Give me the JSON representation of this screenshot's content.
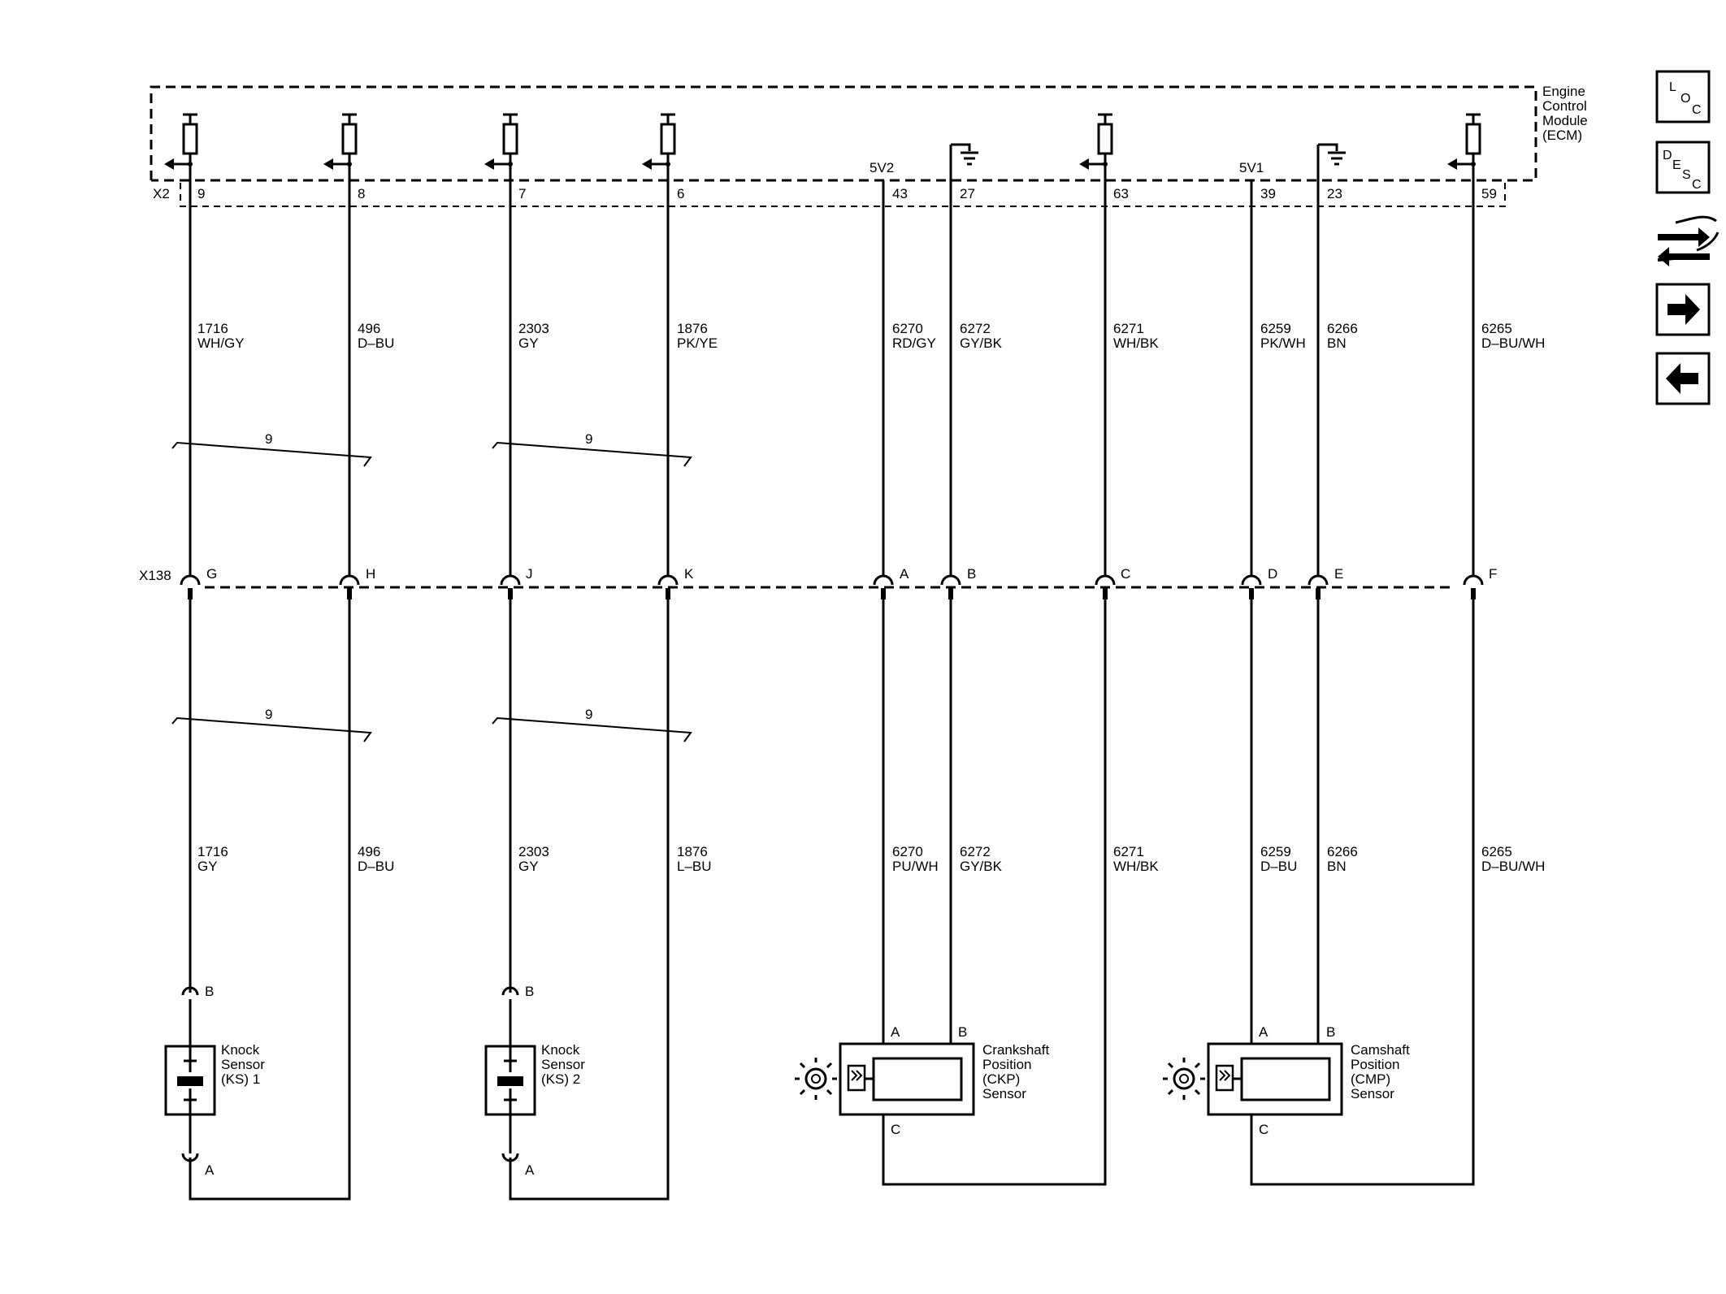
{
  "ecm": {
    "name_lines": [
      "Engine",
      "Control",
      "Module",
      "(ECM)"
    ],
    "connector": "X2",
    "pins": [
      "9",
      "8",
      "7",
      "6",
      "43",
      "27",
      "63",
      "39",
      "23",
      "59"
    ],
    "ref_5v2": "5V2",
    "ref_5v1": "5V1"
  },
  "upper_wires": [
    {
      "circuit": "1716",
      "color": "WH/GY"
    },
    {
      "circuit": "496",
      "color": "D–BU"
    },
    {
      "circuit": "2303",
      "color": "GY"
    },
    {
      "circuit": "1876",
      "color": "PK/YE"
    },
    {
      "circuit": "6270",
      "color": "RD/GY"
    },
    {
      "circuit": "6272",
      "color": "GY/BK"
    },
    {
      "circuit": "6271",
      "color": "WH/BK"
    },
    {
      "circuit": "6259",
      "color": "PK/WH"
    },
    {
      "circuit": "6266",
      "color": "BN"
    },
    {
      "circuit": "6265",
      "color": "D–BU/WH"
    }
  ],
  "twist_label": "9",
  "inline": {
    "connector": "X138",
    "pins": [
      "G",
      "H",
      "J",
      "K",
      "A",
      "B",
      "C",
      "D",
      "E",
      "F"
    ]
  },
  "lower_wires": [
    {
      "circuit": "1716",
      "color": "GY"
    },
    {
      "circuit": "496",
      "color": "D–BU"
    },
    {
      "circuit": "2303",
      "color": "GY"
    },
    {
      "circuit": "1876",
      "color": "L–BU"
    },
    {
      "circuit": "6270",
      "color": "PU/WH"
    },
    {
      "circuit": "6272",
      "color": "GY/BK"
    },
    {
      "circuit": "6271",
      "color": "WH/BK"
    },
    {
      "circuit": "6259",
      "color": "D–BU"
    },
    {
      "circuit": "6266",
      "color": "BN"
    },
    {
      "circuit": "6265",
      "color": "D–BU/WH"
    }
  ],
  "knock1": {
    "lines": [
      "Knock",
      "Sensor",
      "(KS) 1"
    ],
    "pin_top": "B",
    "pin_bottom": "A"
  },
  "knock2": {
    "lines": [
      "Knock",
      "Sensor",
      "(KS) 2"
    ],
    "pin_top": "B",
    "pin_bottom": "A"
  },
  "ckp": {
    "lines": [
      "Crankshaft",
      "Position",
      "(CKP)",
      "Sensor"
    ],
    "pin_a": "A",
    "pin_b": "B",
    "pin_c": "C"
  },
  "cmp": {
    "lines": [
      "Camshaft",
      "Position",
      "(CMP)",
      "Sensor"
    ],
    "pin_a": "A",
    "pin_b": "B",
    "pin_c": "C"
  },
  "nav": {
    "loc": [
      "L",
      "O",
      "C"
    ],
    "desc": [
      "D",
      "E",
      "S",
      "C"
    ]
  }
}
